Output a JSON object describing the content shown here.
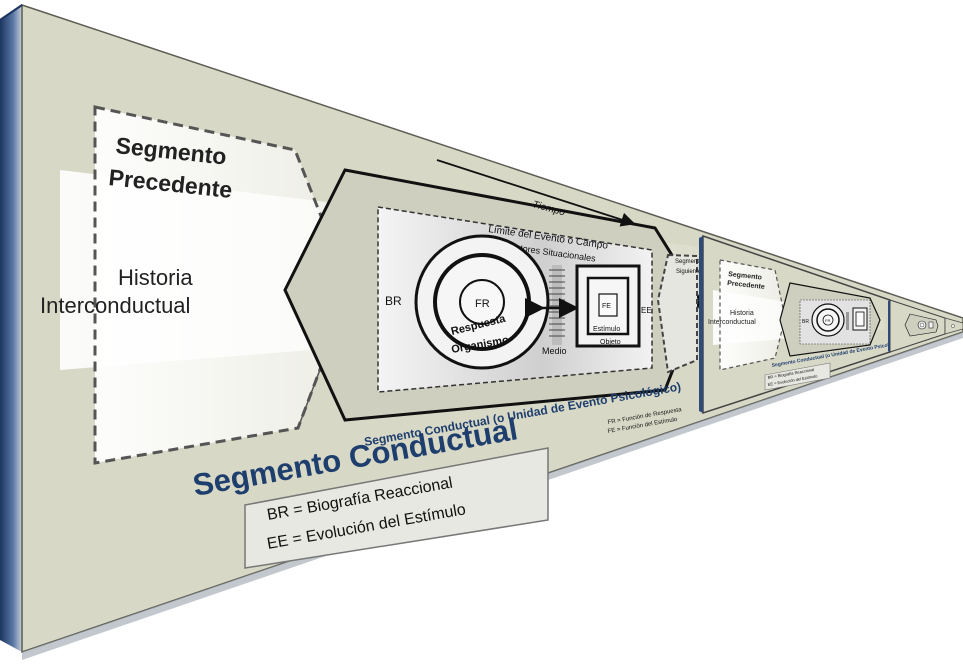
{
  "segment_precedente": {
    "line1": "Segmento",
    "line2": "Precedente"
  },
  "historia": {
    "line1": "Historia",
    "line2": "Interconductual"
  },
  "tiempo": "Tiempo",
  "limite": "Límite del Evento o Campo",
  "factores": "Factores Situacionales",
  "br_label": "BR",
  "fr_label": "FR",
  "respuesta": "Respuesta",
  "organismo": "Organismo",
  "medio": "Medio",
  "fe_label": "FE",
  "estimulo": "Estímulo",
  "objeto": "Objeto",
  "ee_label": "EE",
  "segmento_siguiente": {
    "line1": "Segmento",
    "line2": "Siguiente"
  },
  "segmento_conductual": "Segmento Conductual (o Unidad de Evento Psicológico)",
  "fr_def": "FR = Función de Respuesta",
  "fe_def": "FE = Función del Estímulo",
  "segmento_title": "Segmento Conductual",
  "legend": {
    "br": "BR  = Biografía Reaccional",
    "ee": "EE = Evolución del Estímulo"
  },
  "small": {
    "segmento_precedente": {
      "line1": "Segmento",
      "line2": "Precedente"
    },
    "historia": {
      "line1": "Historia",
      "line2": "Interconductual"
    },
    "br_label": "BR",
    "fr_label": "FR",
    "segmento_conductual": "Segmento Conductual (o Unidad de Evento Psicológico)",
    "legend_br": "BR = Biografía Reaccional",
    "legend_ee": "EE = Evolución del Estímulo"
  },
  "colors": {
    "panel": "#d8d8c6",
    "side": "#2e4a78",
    "title": "#1e3e6e",
    "ink": "#111111"
  }
}
